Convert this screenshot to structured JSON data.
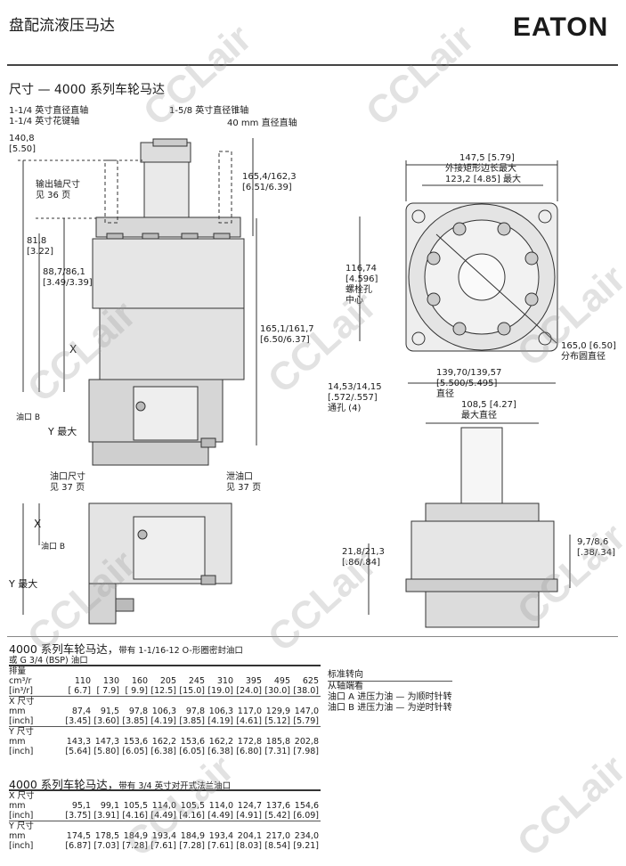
{
  "header": {
    "title": "盘配流液压马达",
    "logo": "EATON"
  },
  "section_title": "尺寸 — 4000 系列车轮马达",
  "side_view": {
    "shaft_top_1": "1-1/4 英寸直径直轴",
    "shaft_top_2": "1-1/4 英寸花键轴",
    "taper_shaft": "1-5/8 英寸直径锥轴",
    "straight_40": "40 mm 直径直轴",
    "d_140_8": "140,8",
    "d_140_8_in": "[5.50]",
    "output_1": "输出轴尺寸",
    "output_2": "见 36 页",
    "d_81_8": "81,8",
    "d_81_8_in": "[3.22]",
    "d_88_7": "88,7/86,1",
    "d_88_7_in": "[3.49/3.39]",
    "d_165_4": "165,4/162,3",
    "d_165_4_in": "[6.51/6.39]",
    "d_165_1": "165,1/161,7",
    "d_165_1_in": "[6.50/6.37]",
    "x_label": "X",
    "port_b": "油口 B",
    "y_max": "Y 最大",
    "port_size_1": "油口尺寸",
    "port_size_2": "见 37 页",
    "drain_1": "泄油口",
    "drain_2": "见 37 页",
    "x_label_2": "X",
    "port_b_2": "油口 B",
    "y_max_2": "Y 最大"
  },
  "front_view": {
    "w_147_5": "147,5 [5.79]",
    "w_147_5_desc": "外接矩形边长最大",
    "w_123_2": "123,2 [4.85] 最大",
    "d_116_74": "116,74",
    "d_116_74_in": "[4.596]",
    "bolt_center_1": "螺栓孔",
    "bolt_center_2": "中心",
    "d_165_0": "165,0 [6.50]",
    "pitch_circle": "分布圆直径",
    "holes_1": "14,53/14,15",
    "holes_2": "[.572/.557]",
    "holes_3": "通孔 (4)",
    "d_139_70": "139,70/139,57",
    "d_139_70_in": "[5.500/5.495]",
    "diameter": "直径",
    "d_108_5": "108,5 [4.27]",
    "max_diameter": "最大直径",
    "d_21_8": "21,8/21,3",
    "d_21_8_in": "[.86/.84]",
    "d_9_7": "9,7/8,6",
    "d_9_7_in": "[.38/.34]"
  },
  "table1": {
    "title": "4000 系列车轮马达，",
    "title_small": "带有 1-1/16-12 O-形圈密封油口",
    "subtitle": "或 G 3/4 (BSP) 油口",
    "disp_label_1": "排量",
    "disp_label_2": "cm³/r",
    "disp_label_3": "[in³/r]",
    "displacement": [
      "110",
      "130",
      "160",
      "205",
      "245",
      "310",
      "395",
      "495",
      "625"
    ],
    "displacement_in": [
      "[ 6.7]",
      "[ 7.9]",
      "[ 9.9]",
      "[12.5]",
      "[15.0]",
      "[19.0]",
      "[24.0]",
      "[30.0]",
      "[38.0]"
    ],
    "x_label": "X 尺寸",
    "mm": "mm",
    "inch": "[inch]",
    "x_mm": [
      "87,4",
      "91,5",
      "97,8",
      "106,3",
      "97,8",
      "106,3",
      "117,0",
      "129,9",
      "147,0"
    ],
    "x_in": [
      "[3.45]",
      "[3.60]",
      "[3.85]",
      "[4.19]",
      "[3.85]",
      "[4.19]",
      "[4.61]",
      "[5.12]",
      "[5.79]"
    ],
    "y_label": "Y 尺寸",
    "y_mm": [
      "143,3",
      "147,3",
      "153,6",
      "162,2",
      "153,6",
      "162,2",
      "172,8",
      "185,8",
      "202,8"
    ],
    "y_in": [
      "[5.64]",
      "[5.80]",
      "[6.05]",
      "[6.38]",
      "[6.05]",
      "[6.38]",
      "[6.80]",
      "[7.31]",
      "[7.98]"
    ]
  },
  "rotation": {
    "title": "标准转向",
    "line1": "从轴端看",
    "line2": "油口 A 进压力油 — 为顺时针转",
    "line3": "油口 B 进压力油 — 为逆时针转"
  },
  "table2": {
    "title": "4000 系列车轮马达，",
    "title_small": "带有 3/4 英寸对开式法兰油口",
    "x_label": "X 尺寸",
    "mm": "mm",
    "inch": "[inch]",
    "x_mm": [
      "95,1",
      "99,1",
      "105,5",
      "114,0",
      "105,5",
      "114,0",
      "124,7",
      "137,6",
      "154,6"
    ],
    "x_in": [
      "[3.75]",
      "[3.91]",
      "[4.16]",
      "[4.49]",
      "[4.16]",
      "[4.49]",
      "[4.91]",
      "[5.42]",
      "[6.09]"
    ],
    "y_label": "Y 尺寸",
    "y_mm": [
      "174,5",
      "178,5",
      "184,9",
      "193,4",
      "184,9",
      "193,4",
      "204,1",
      "217,0",
      "234,0"
    ],
    "y_in": [
      "[6.87]",
      "[7.03]",
      "[7.28]",
      "[7.61]",
      "[7.28]",
      "[7.61]",
      "[8.03]",
      "[8.54]",
      "[9.21]"
    ]
  },
  "watermark": "CCLair"
}
